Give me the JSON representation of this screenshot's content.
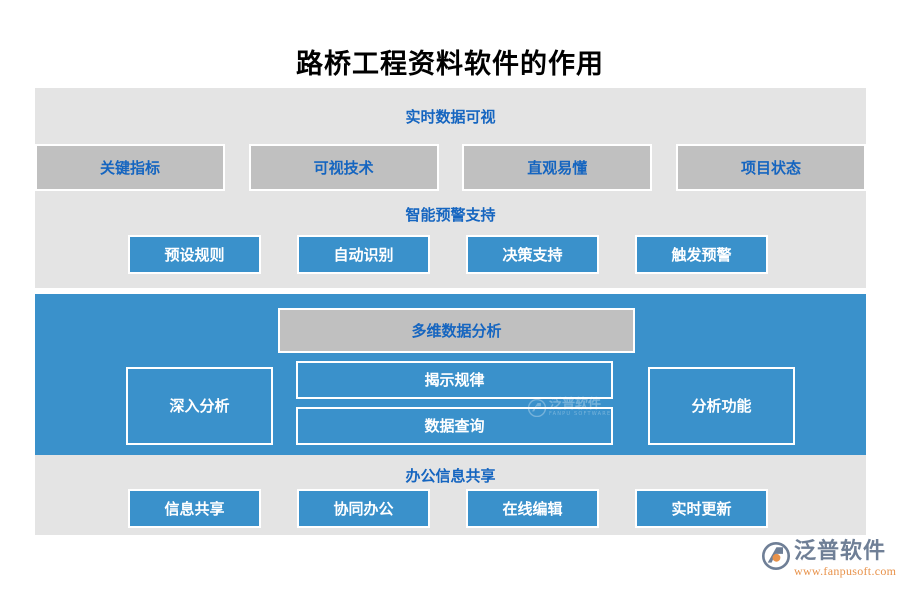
{
  "page": {
    "title": "路桥工程资料软件的作用",
    "accent_blue": "#3a91cb",
    "heading_blue": "#1565c0",
    "panel_gray": "#e4e4e4",
    "chip_gray": "#c0c0c0"
  },
  "sections": [
    {
      "id": "realtime-data-visual",
      "heading": "实时数据可视",
      "style": "gray-panel",
      "chips": [
        {
          "label": "关键指标"
        },
        {
          "label": "可视技术"
        },
        {
          "label": "直观易懂"
        },
        {
          "label": "项目状态"
        }
      ]
    },
    {
      "id": "smart-alert-support",
      "heading": "智能预警支持",
      "style": "gray-panel",
      "chips": [
        {
          "label": "预设规则"
        },
        {
          "label": "自动识别"
        },
        {
          "label": "决策支持"
        },
        {
          "label": "触发预警"
        }
      ]
    },
    {
      "id": "multi-dim-analysis",
      "heading": "多维数据分析",
      "style": "blue-panel",
      "left_box": "深入分析",
      "middle_boxes": [
        "揭示规律",
        "数据查询"
      ],
      "right_box": "分析功能"
    },
    {
      "id": "office-info-sharing",
      "heading": "办公信息共享",
      "style": "gray-panel",
      "chips": [
        {
          "label": "信息共享"
        },
        {
          "label": "协同办公"
        },
        {
          "label": "在线编辑"
        },
        {
          "label": "实时更新"
        }
      ]
    }
  ],
  "watermark": {
    "name_cn": "泛普软件",
    "name_en": "FANPU SOFTWARE"
  },
  "brand": {
    "name_cn": "泛普软件",
    "url": "www.fanpusoft.com",
    "mark_color_primary": "#6f7f96",
    "mark_color_accent": "#e8924a"
  }
}
